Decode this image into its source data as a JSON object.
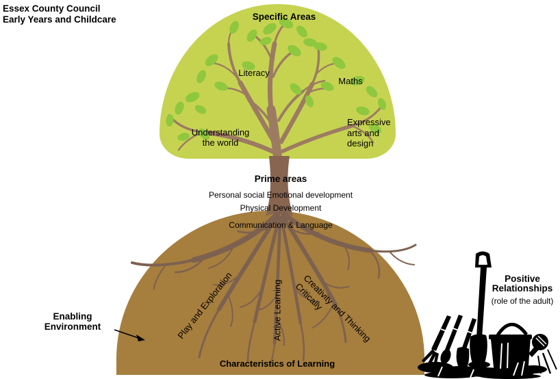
{
  "header": {
    "title": "Essex County Council\nEarly Years and Childcare"
  },
  "canopy": {
    "title": "Specific Areas",
    "literacy": "Literacy",
    "maths": "Maths",
    "understanding": "Understanding\nthe world",
    "expressive": "Expressive\narts and\ndesign"
  },
  "prime": {
    "title": "Prime areas",
    "items": [
      "Personal social Emotional development",
      "Physical Development",
      "Communication & Language"
    ]
  },
  "roots": {
    "play": "Play and Exploration",
    "active": "Active Learning",
    "creativity": "Creativity and Thinking\nCritically",
    "title": "Characteristics of Learning"
  },
  "annotations": {
    "enabling": "Enabling\nEnvironment",
    "positive": "Positive\nRelationships",
    "positive_sub": "(role of the adult)"
  },
  "colors": {
    "canopy_green": "#c6d351",
    "leaf_green": "#8fc73f",
    "branch_brown": "#9c7b62",
    "trunk_brown": "#876550",
    "root_brown": "#7d6150",
    "mound_brown": "#a67e3e",
    "text": "#000000",
    "tools_silhouette": "#000000"
  }
}
